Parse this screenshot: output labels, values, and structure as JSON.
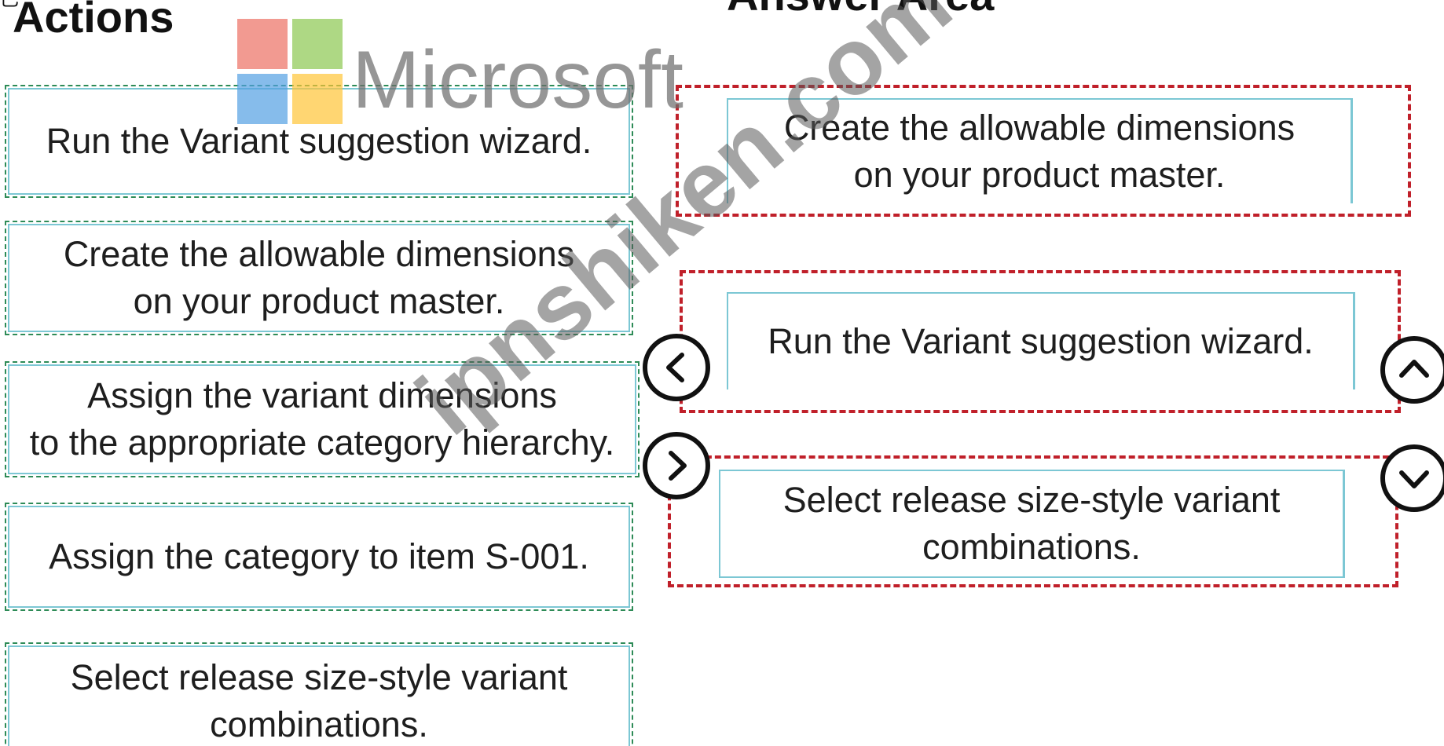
{
  "headings": {
    "actions": "Actions",
    "answer_area": "Answer Area",
    "top_mark": "已"
  },
  "actions": [
    {
      "text": "Run the Variant suggestion wizard."
    },
    {
      "text": "Create the allowable dimensions\non your product master."
    },
    {
      "text": "Assign the variant dimensions\nto the appropriate category hierarchy."
    },
    {
      "text": "Assign the category to item S-001."
    },
    {
      "text": "Select release size-style variant\ncombinations."
    }
  ],
  "answer_area": [
    {
      "text": "Create the allowable dimensions\non your product master."
    },
    {
      "text": "Run the Variant suggestion wizard."
    },
    {
      "text": "Select release size-style variant\ncombinations."
    }
  ],
  "controls": {
    "move_left_icon": "chevron-left-icon",
    "move_right_icon": "chevron-right-icon",
    "move_up_icon": "chevron-up-icon",
    "move_down_icon": "chevron-down-icon"
  },
  "logo": {
    "name": "Microsoft",
    "colors": [
      "#ed6f62",
      "#8cc850",
      "#52a0e2",
      "#ffc436"
    ]
  },
  "watermark": "ipnshiken.com",
  "colors": {
    "tile_dash": "#2e8b57",
    "tile_inner": "#7cc7d4",
    "slot_dash": "#c0202a"
  }
}
